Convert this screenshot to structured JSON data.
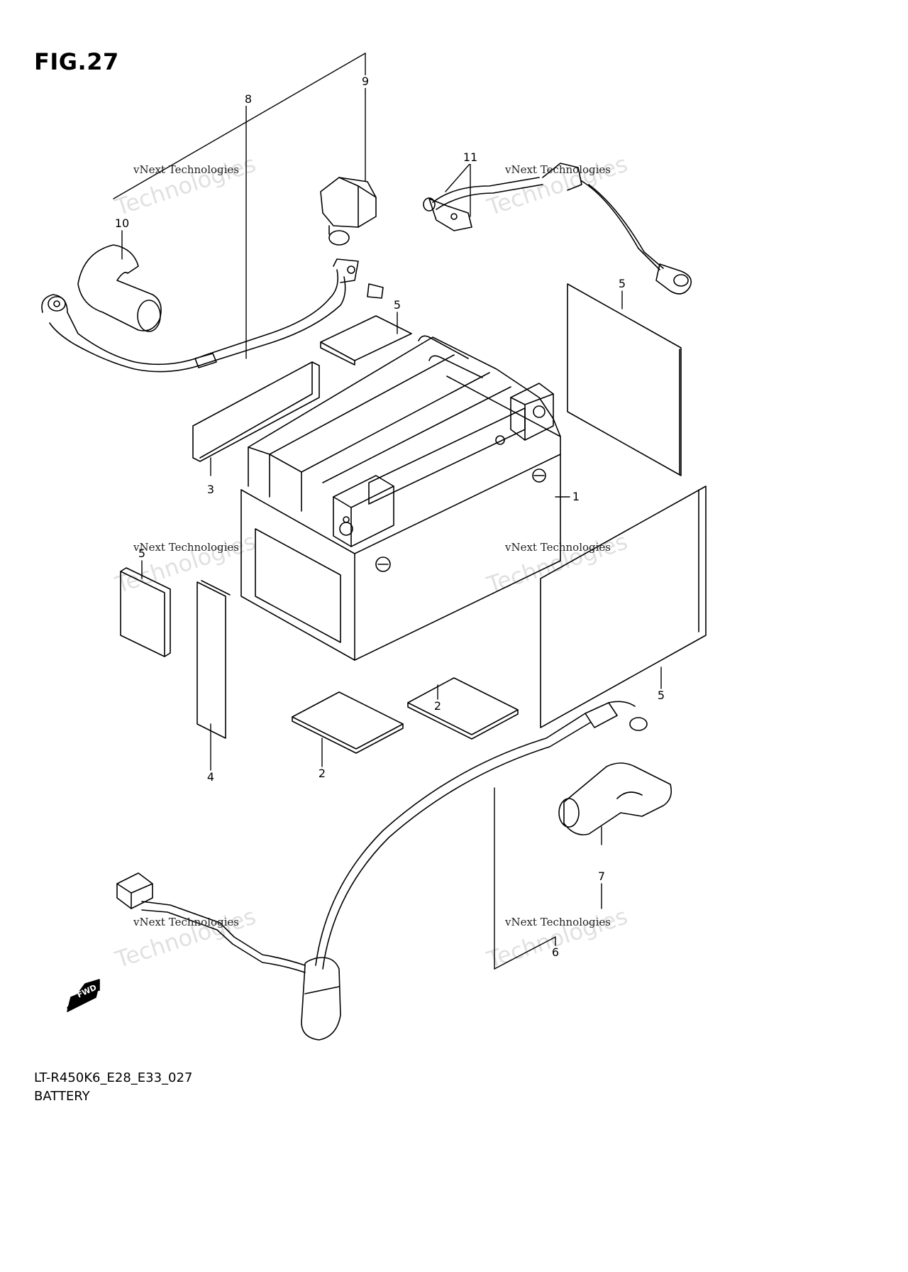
{
  "figure": {
    "title": "FIG.27"
  },
  "callouts": [
    {
      "id": "c1",
      "text": "1"
    },
    {
      "id": "c2a",
      "text": "2"
    },
    {
      "id": "c2b",
      "text": "2"
    },
    {
      "id": "c3",
      "text": "3"
    },
    {
      "id": "c4",
      "text": "4"
    },
    {
      "id": "c5a",
      "text": "5"
    },
    {
      "id": "c5b",
      "text": "5"
    },
    {
      "id": "c5c",
      "text": "5"
    },
    {
      "id": "c5d",
      "text": "5"
    },
    {
      "id": "c6",
      "text": "6"
    },
    {
      "id": "c7",
      "text": "7"
    },
    {
      "id": "c8",
      "text": "8"
    },
    {
      "id": "c9",
      "text": "9"
    },
    {
      "id": "c10",
      "text": "10"
    },
    {
      "id": "c11",
      "text": "11"
    }
  ],
  "watermark": {
    "line1": "vNext Technologies",
    "line2": "Technologies",
    "line3": "vNext"
  },
  "footer": {
    "code": "LT-R450K6_E28_E33_027",
    "caption": "BATTERY"
  },
  "fwd_label": "FWD"
}
